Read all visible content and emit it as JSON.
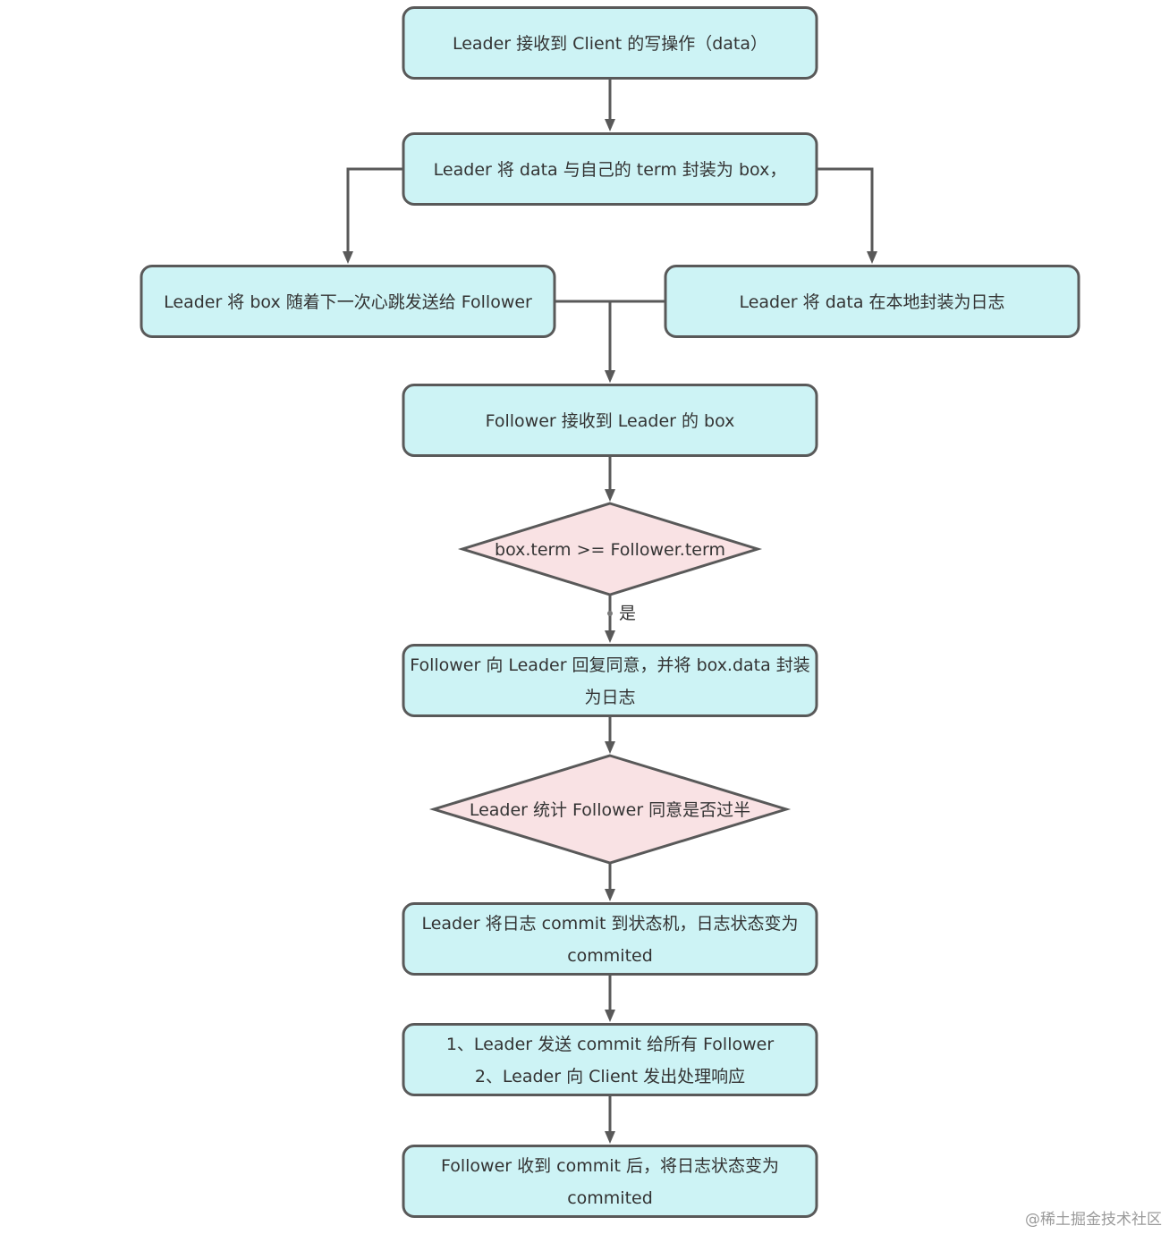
{
  "nodes": [
    {
      "id": "client-write",
      "shape": "process",
      "lines": [
        "Leader 接收到 Client 的写操作（data）"
      ]
    },
    {
      "id": "wrap-box",
      "shape": "process",
      "lines": [
        "Leader 将 data 与自己的 term 封装为 box，"
      ]
    },
    {
      "id": "send-heartbeat",
      "shape": "process",
      "lines": [
        "Leader 将 box 随着下一次心跳发送给 Follower"
      ]
    },
    {
      "id": "local-log",
      "shape": "process",
      "lines": [
        "Leader 将 data 在本地封装为日志"
      ]
    },
    {
      "id": "follower-receive",
      "shape": "process",
      "lines": [
        "Follower 接收到 Leader 的 box"
      ]
    },
    {
      "id": "term-check",
      "shape": "decision",
      "lines": [
        "box.term >= Follower.term"
      ]
    },
    {
      "id": "follower-agree",
      "shape": "process",
      "lines": [
        "Follower 向 Leader 回复同意，并将 box.data 封装",
        "为日志"
      ]
    },
    {
      "id": "majority-check",
      "shape": "decision",
      "lines": [
        "Leader 统计 Follower 同意是否过半"
      ]
    },
    {
      "id": "leader-commit",
      "shape": "process",
      "lines": [
        "Leader 将日志 commit 到状态机，日志状态变为",
        "commited"
      ]
    },
    {
      "id": "broadcast-commit",
      "shape": "process",
      "lines": [
        "1、Leader 发送 commit 给所有 Follower",
        "2、Leader 向 Client 发出处理响应"
      ]
    },
    {
      "id": "follower-commit",
      "shape": "process",
      "lines": [
        "Follower 收到 commit 后，将日志状态变为",
        "commited"
      ]
    }
  ],
  "edges": [
    {
      "from": "client-write",
      "to": "wrap-box",
      "label": ""
    },
    {
      "from": "wrap-box",
      "to": "send-heartbeat",
      "label": ""
    },
    {
      "from": "wrap-box",
      "to": "local-log",
      "label": ""
    },
    {
      "from": "send-heartbeat",
      "to": "follower-receive",
      "label": ""
    },
    {
      "from": "local-log",
      "to": "follower-receive",
      "label": ""
    },
    {
      "from": "follower-receive",
      "to": "term-check",
      "label": ""
    },
    {
      "from": "term-check",
      "to": "follower-agree",
      "label": "是"
    },
    {
      "from": "follower-agree",
      "to": "majority-check",
      "label": ""
    },
    {
      "from": "majority-check",
      "to": "leader-commit",
      "label": ""
    },
    {
      "from": "leader-commit",
      "to": "broadcast-commit",
      "label": ""
    },
    {
      "from": "broadcast-commit",
      "to": "follower-commit",
      "label": ""
    }
  ],
  "watermark": "@稀土掘金技术社区",
  "colors": {
    "process_fill": "#cdf3f5",
    "decision_fill": "#f9e2e4",
    "stroke": "#595959",
    "text": "#333333"
  }
}
